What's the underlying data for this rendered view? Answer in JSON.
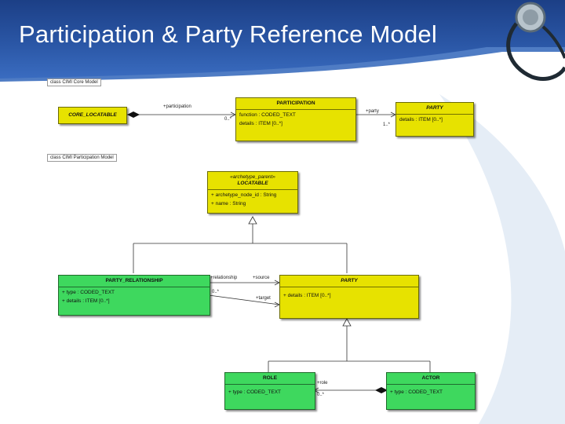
{
  "slide": {
    "title": "Participation & Party Reference Model"
  },
  "frames": {
    "core": "class CIMI Core Model",
    "participation": "class CIMI Participation Model"
  },
  "classes": {
    "core_locatable": {
      "name": "CORE_LOCATABLE"
    },
    "participation": {
      "name": "PARTICIPATION",
      "attrs": [
        "function : CODED_TEXT",
        "details : ITEM [0..*]"
      ]
    },
    "party_top": {
      "name": "PARTY",
      "attrs": [
        "details : ITEM [0..*]"
      ]
    },
    "locatable": {
      "stereotype": "«archetype_parent»",
      "name": "LOCATABLE",
      "attrs": [
        "+ archetype_node_id : String",
        "+ name : String"
      ]
    },
    "party_relationship": {
      "name": "PARTY_RELATIONSHIP",
      "attrs": [
        "+ type : CODED_TEXT",
        "+ details : ITEM [0..*]"
      ]
    },
    "party_mid": {
      "name": "PARTY",
      "attrs": [
        "+ details : ITEM [0..*]"
      ]
    },
    "role": {
      "name": "ROLE",
      "attrs": [
        "+ type : CODED_TEXT"
      ]
    },
    "actor": {
      "name": "ACTOR",
      "attrs": [
        "+ type : CODED_TEXT"
      ]
    }
  },
  "labels": {
    "participation": "+participation",
    "party": "+party",
    "mult_0_star": "0..*",
    "mult_1_star": "1..*",
    "relationship": "+relationship",
    "source": "+source",
    "target": "+target",
    "mult_0_star_b": "0..*",
    "role_label": "+role",
    "mult_0_star_c": "0..*"
  }
}
